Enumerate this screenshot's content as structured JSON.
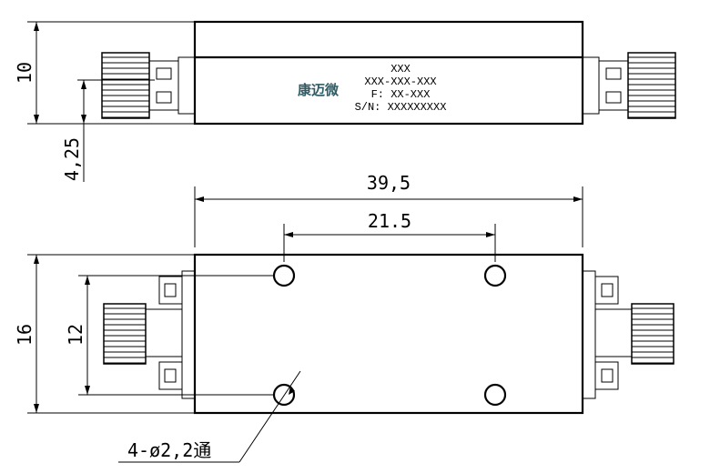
{
  "side_view": {
    "height_dim": "10",
    "connector_offset_dim": "4,25",
    "label": {
      "brand": "康迈微",
      "line1": "XXX",
      "line2": "XXX-XXX-XXX",
      "line3": "F: XX-XXX",
      "line4": "S/N: XXXXXXXXX"
    }
  },
  "top_view": {
    "length_dim": "39,5",
    "hole_spacing_x_dim": "21.5",
    "width_dim": "16",
    "hole_spacing_y_dim": "12",
    "hole_callout": "4-ø2,2通"
  }
}
